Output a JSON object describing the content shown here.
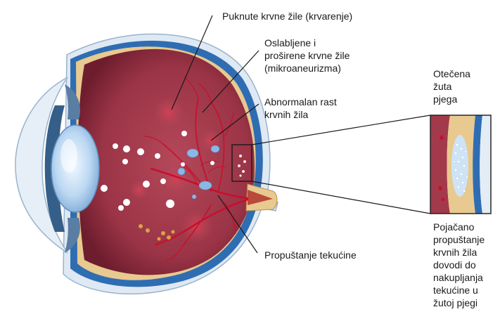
{
  "labels": {
    "hemorrhage": [
      "Puknute krvne žile (krvarenje)"
    ],
    "microaneurysm": [
      "Oslabljene i",
      "proširene krvne žile",
      "(mikroaneurizma)"
    ],
    "neovascular": [
      "Abnormalan rast",
      "krvnih žila"
    ],
    "leakage": [
      "Propuštanje tekućine"
    ],
    "macula_title": [
      "Otečena",
      "žuta",
      "pjega"
    ],
    "macula_desc": [
      "Pojačano",
      "propuštanje",
      "krvnih žila",
      "dovodi do",
      "nakupljanja",
      "tekućine u",
      "žutoj pjegi"
    ]
  },
  "colors": {
    "sclera": "#d9e6f2",
    "outer_blue": "#2f6db3",
    "retina_tan": "#e8c98f",
    "interior": "#a33a4c",
    "interior_dark": "#7d2436",
    "vessel": "#c8102e",
    "exudate": "#ffffff",
    "fluid": "#8ab8e6",
    "lens": "#bcd8f2"
  },
  "icons": [
    "eye-cross-section-illustration",
    "macula-inset-illustration"
  ]
}
